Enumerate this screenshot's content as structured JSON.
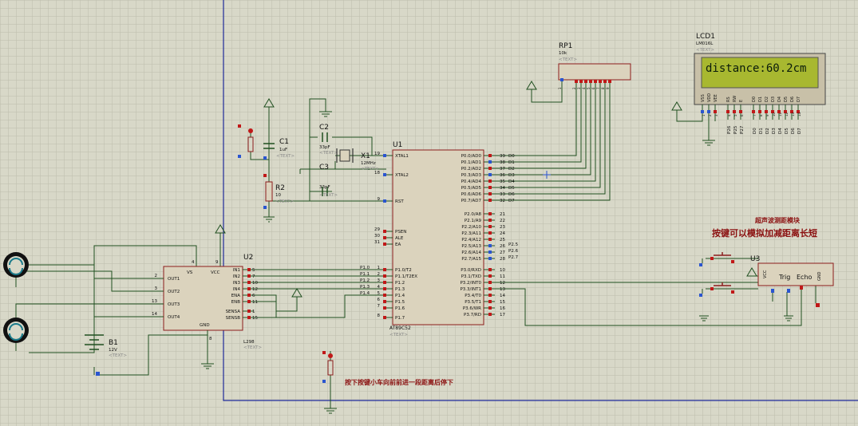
{
  "rp1": {
    "ref": "RP1",
    "value": "10k",
    "text": "<TEXT>",
    "pins": [
      "1",
      "2",
      "3",
      "4",
      "5",
      "6",
      "7",
      "8",
      "9"
    ]
  },
  "lcd": {
    "ref": "LCD1",
    "model": "LM016L",
    "text": "<TEXT>",
    "display": "distance:60.2cm",
    "pin_labels": [
      "VSS",
      "VDD",
      "VEE",
      "RS",
      "RW",
      "E",
      "D0",
      "D1",
      "D2",
      "D3",
      "D4",
      "D5",
      "D6",
      "D7"
    ],
    "pin_numbers": [
      "1",
      "2",
      "3",
      "4",
      "5",
      "6",
      "7",
      "8",
      "9",
      "10",
      "11",
      "12",
      "13",
      "14"
    ],
    "nets": [
      "P26",
      "P25",
      "P27",
      "D0",
      "D1",
      "D2",
      "D3",
      "D4",
      "D5",
      "D6",
      "D7"
    ]
  },
  "c1": {
    "ref": "C1",
    "value": "1uF",
    "text": "<TEXT>"
  },
  "r2": {
    "ref": "R2",
    "value": "10",
    "text": "<TEXT>"
  },
  "c2": {
    "ref": "C2",
    "value": "33pF",
    "text": "<TEXT>"
  },
  "c3": {
    "ref": "C3",
    "value": "33pF",
    "text": "<TEXT>"
  },
  "x1": {
    "ref": "X1",
    "value": "12MHz",
    "text": "<TEXT>"
  },
  "u1": {
    "ref": "U1",
    "model": "AT89C52",
    "text": "<TEXT>",
    "left": [
      {
        "n": "19",
        "name": "XTAL1"
      },
      {
        "n": "18",
        "name": "XTAL2"
      },
      {
        "n": "9",
        "name": "RST"
      },
      {
        "n": "29",
        "name": "PSEN"
      },
      {
        "n": "30",
        "name": "ALE"
      },
      {
        "n": "31",
        "name": "EA"
      },
      {
        "n": "1",
        "name": "P1.0/T2"
      },
      {
        "n": "2",
        "name": "P1.1/T2EX"
      },
      {
        "n": "3",
        "name": "P1.2"
      },
      {
        "n": "4",
        "name": "P1.3"
      },
      {
        "n": "5",
        "name": "P1.4"
      },
      {
        "n": "6",
        "name": "P1.5"
      },
      {
        "n": "7",
        "name": "P1.6"
      },
      {
        "n": "8",
        "name": "P1.7"
      }
    ],
    "right": [
      {
        "n": "39",
        "name": "P0.0/AD0"
      },
      {
        "n": "38",
        "name": "P0.1/AD1"
      },
      {
        "n": "37",
        "name": "P0.2/AD2"
      },
      {
        "n": "36",
        "name": "P0.3/AD3"
      },
      {
        "n": "35",
        "name": "P0.4/AD4"
      },
      {
        "n": "34",
        "name": "P0.5/AD5"
      },
      {
        "n": "33",
        "name": "P0.6/AD6"
      },
      {
        "n": "32",
        "name": "P0.7/AD7"
      },
      {
        "n": "21",
        "name": "P2.0/A8"
      },
      {
        "n": "22",
        "name": "P2.1/A9"
      },
      {
        "n": "23",
        "name": "P2.2/A10"
      },
      {
        "n": "24",
        "name": "P2.3/A11"
      },
      {
        "n": "25",
        "name": "P2.4/A12"
      },
      {
        "n": "26",
        "name": "P2.5/A13"
      },
      {
        "n": "27",
        "name": "P2.6/A14"
      },
      {
        "n": "28",
        "name": "P2.7/A15"
      },
      {
        "n": "10",
        "name": "P3.0/RXD"
      },
      {
        "n": "11",
        "name": "P3.1/TXD"
      },
      {
        "n": "12",
        "name": "P3.2/INT0"
      },
      {
        "n": "13",
        "name": "P3.3/INT1"
      },
      {
        "n": "14",
        "name": "P3.4/T0"
      },
      {
        "n": "15",
        "name": "P3.5/T1"
      },
      {
        "n": "16",
        "name": "P3.6/WR"
      },
      {
        "n": "17",
        "name": "P3.7/RD"
      }
    ],
    "p0_nets": [
      "D0",
      "D1",
      "D2",
      "D3",
      "D4",
      "D5",
      "D6",
      "D7"
    ],
    "p1_nets": [
      "P1.0",
      "P1.1",
      "P1.2",
      "P1.3",
      "P1.4"
    ],
    "p2_nets": [
      "P2.5",
      "P2.6",
      "P2.7"
    ]
  },
  "u2": {
    "ref": "U2",
    "model": "L298",
    "text": "<TEXT>",
    "left": [
      {
        "n": "2",
        "name": "OUT1"
      },
      {
        "n": "3",
        "name": "OUT2"
      },
      {
        "n": "13",
        "name": "OUT3"
      },
      {
        "n": "14",
        "name": "OUT4"
      }
    ],
    "right": [
      {
        "n": "5",
        "name": "IN1"
      },
      {
        "n": "7",
        "name": "IN2"
      },
      {
        "n": "10",
        "name": "IN3"
      },
      {
        "n": "12",
        "name": "IN4"
      },
      {
        "n": "6",
        "name": "ENA"
      },
      {
        "n": "11",
        "name": "ENB"
      },
      {
        "n": "1",
        "name": "SENSA"
      },
      {
        "n": "15",
        "name": "SENSB"
      }
    ],
    "top": [
      {
        "n": "4",
        "name": "VS"
      },
      {
        "n": "9",
        "name": "VCC"
      }
    ],
    "bottom": {
      "n": "8",
      "name": "GND"
    }
  },
  "b1": {
    "ref": "B1",
    "value": "12V",
    "text": "<TEXT>"
  },
  "u3": {
    "ref": "U3",
    "pins": [
      "VCC",
      "Trig",
      "Echo",
      "GND"
    ]
  },
  "annotations": {
    "ultrasonic_module": "超声波测距模块",
    "key_hint": "按键可以模拟加减距离长短",
    "start_hint": "按下按键小车向前前进一段距离后停下"
  }
}
